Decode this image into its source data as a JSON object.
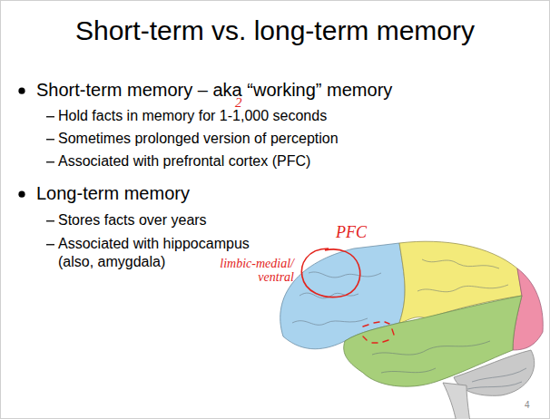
{
  "diagram": {
    "title": "Short-term vs. long-term memory",
    "labels": [
      "Short-term memory – aka “working” memory",
      "2",
      "Hold facts in memory for 1-1,000 seconds",
      "Sometimes prolonged version of perception",
      "Associated with prefrontal cortex (PFC)",
      "Long-term memory",
      "PFC",
      "Stores facts over years",
      "Associated with hippocampus (also, amygdala)",
      "limbic-medial/ ventral",
      "4"
    ]
  }
}
